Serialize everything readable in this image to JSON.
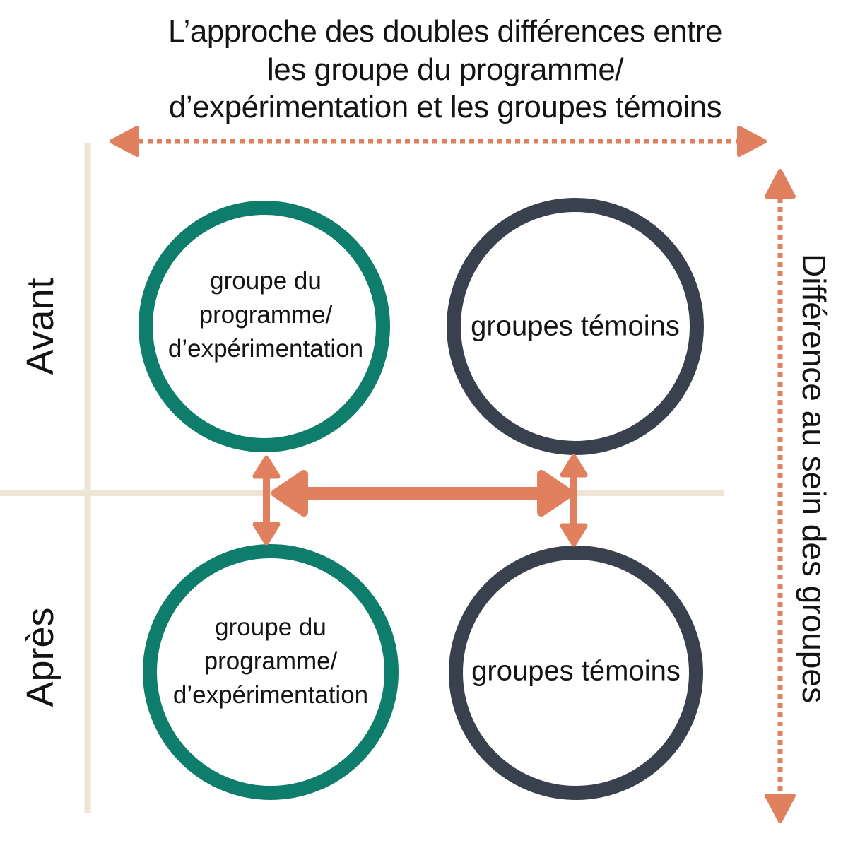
{
  "title": "L’approche des doubles différences entre\nles groupe du programme/\nd’expérimentation et les groupes témoins",
  "row_labels": {
    "top": "Avant",
    "bottom": "Après"
  },
  "right_label": "Différence au sein des groupes",
  "circles": {
    "program_top": "groupe du\nprogramme/\nd’expérimentation",
    "control_top": "groupes témoins",
    "program_bottom": "groupe du\nprogramme/\nd’expérimentation",
    "control_bottom": "groupes témoins"
  },
  "colors": {
    "background": "#FFFFFF",
    "text": "#141414",
    "program_circle": "#0E7D6B",
    "control_circle": "#3A414E",
    "arrow": "#E0805E",
    "axis_line": "#EDE6D4"
  }
}
